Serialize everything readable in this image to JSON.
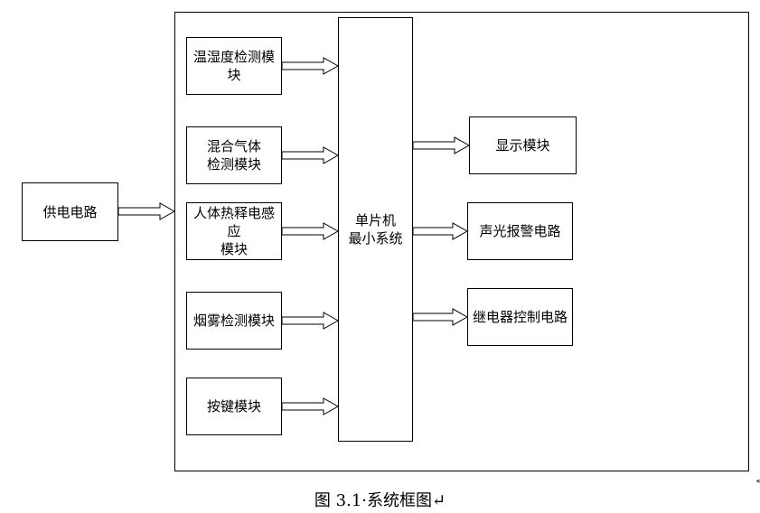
{
  "blocks": {
    "power": "供电电路",
    "temp_humidity": "温湿度检测模块",
    "mixed_gas_l1": "混合气体",
    "mixed_gas_l2": "检测模块",
    "pir_l1": "人体热释电感应",
    "pir_l2": "模块",
    "smoke": "烟雾检测模块",
    "keys": "按键模块",
    "mcu_l1": "单片机",
    "mcu_l2": "最小系统",
    "display": "显示模块",
    "alarm": "声光报警电路",
    "relay": "继电器控制电路"
  },
  "caption": "图 3.1·系统框图↵"
}
